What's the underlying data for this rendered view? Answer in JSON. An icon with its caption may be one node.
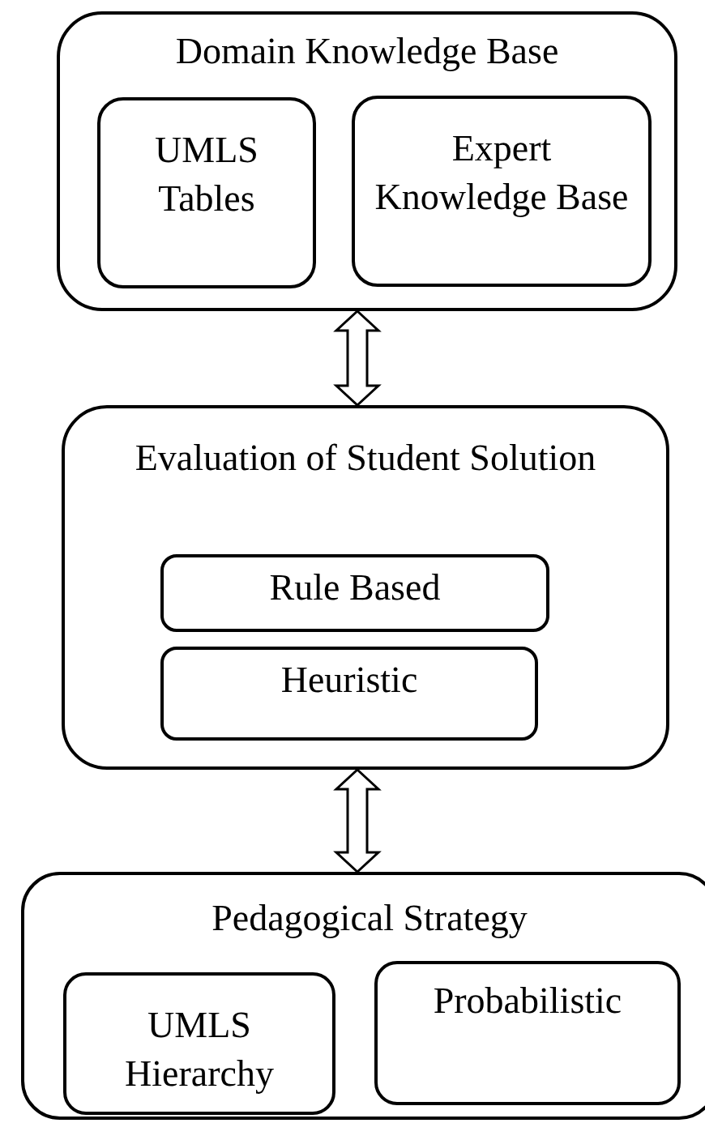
{
  "diagram": {
    "nodes": [
      {
        "text": [
          "Domain Knowledge Base"
        ]
      },
      {
        "text": [
          "UMLS Tables"
        ],
        "in": 0
      },
      {
        "text": [
          "Expert Knowledge Base"
        ],
        "in": 0
      },
      {
        "text": [
          "Evaluation of Student Solution"
        ]
      },
      {
        "text": [
          "Rule Based"
        ],
        "in": 3
      },
      {
        "text": [
          "Heuristic"
        ],
        "in": 3
      },
      {
        "text": [
          "Pedagogical Strategy"
        ]
      },
      {
        "text": [
          "UMLS Hierarchy"
        ],
        "in": 6
      },
      {
        "text": [
          "Probabilistic"
        ],
        "in": 6
      }
    ],
    "edges": [
      {
        "from": 0,
        "to": 3,
        "arrow": "both"
      },
      {
        "from": 3,
        "to": 6,
        "arrow": "both"
      }
    ]
  }
}
